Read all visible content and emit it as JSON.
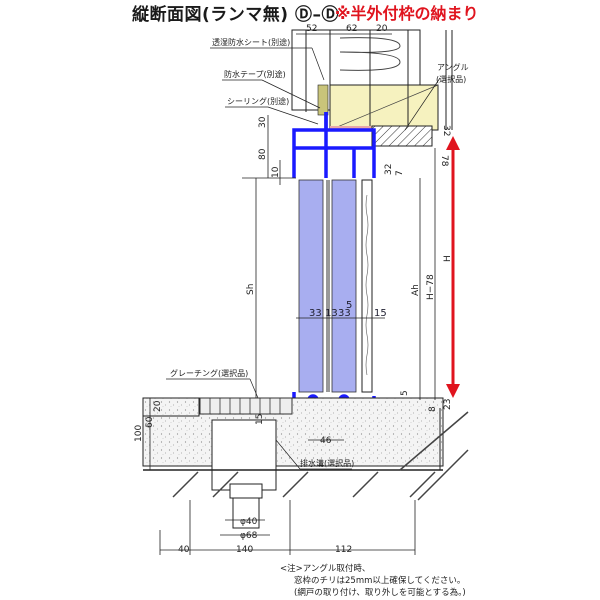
{
  "header": {
    "title": "縦断面図(ランマ無) Ⓓ–Ⓓ",
    "subtitle": "※半外付枠の納まり"
  },
  "callouts": {
    "breathable_sheet": "透湿防水シート(別途)",
    "waterproof_tape": "防水テープ(別途)",
    "sealing": "シーリング(別途)",
    "angle": "アングル",
    "angle_optional": "(選択品)",
    "grating": "グレーチング(選択品)",
    "drain_channel": "排水溝(選択品)"
  },
  "dimensions": {
    "top": [
      "52",
      "62",
      "20"
    ],
    "left_vertical": [
      "30",
      "80",
      "10"
    ],
    "right_vertical": [
      "32",
      "78"
    ],
    "opening_labels": [
      "Sh",
      "Ah",
      "H−78",
      "H"
    ],
    "panel_widths": [
      "33",
      "13",
      "33",
      "15"
    ],
    "gap_5": "5",
    "small_7": "7",
    "small_32b": "32",
    "bottom_right": [
      "5",
      "8",
      "23"
    ],
    "sill_left": [
      "20",
      "60",
      "100"
    ],
    "grating_15": "15",
    "rail_46": "46",
    "pipe": [
      "φ40",
      "φ68"
    ],
    "bottom": [
      "40",
      "140",
      "112"
    ]
  },
  "note": {
    "line1": "<注>アングル取付時、",
    "line2": "窓枠のチリは25mm以上確保してください。",
    "line3": "(網戸の取り付け、取り外しを可能とする為。)"
  },
  "colors": {
    "frame_blue": "#1a1aff",
    "glass_fill": "#a8aef0",
    "insulation_yellow": "#f6f2bf",
    "arrow_red": "#e0141e",
    "title_red": "#e0141e"
  }
}
